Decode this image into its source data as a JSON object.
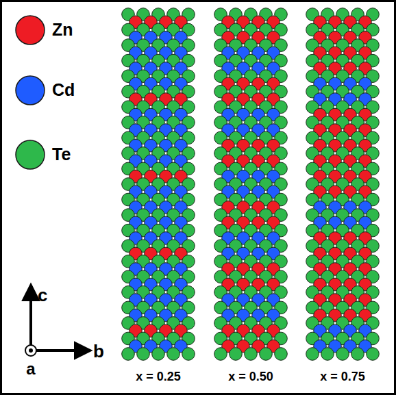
{
  "diagram": {
    "labels": [
      "c",
      "b",
      "a",
      "x = 0.25",
      "x = 0.50",
      "x = 0.75"
    ],
    "legend": [
      {
        "text": "Zn",
        "color": "#ee1c24"
      },
      {
        "text": "Cd",
        "color": "#1f5cff"
      },
      {
        "text": "Te",
        "color": "#2eb84b"
      }
    ]
  }
}
